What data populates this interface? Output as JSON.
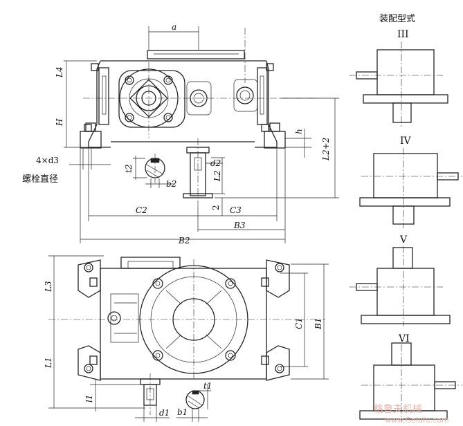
{
  "labels": {
    "a": "a",
    "L4": "L4",
    "H": "H",
    "h": "h",
    "L2plus2": "L2+2",
    "bolt_spec": "4×d3",
    "bolt_name": "螺栓直径",
    "t2": "t2",
    "b2": "b2",
    "d2": "d2",
    "L2": "L2",
    "two": "2",
    "C2": "C2",
    "C3": "C3",
    "B3": "B3",
    "B2": "B2",
    "L3": "L3",
    "L1": "L1",
    "C1": "C1",
    "B1": "B1",
    "l1": "l1",
    "d1": "d1",
    "b1": "b1",
    "t1": "t1"
  },
  "assembly": {
    "title": "装配型式",
    "types": [
      "III",
      "IV",
      "V",
      "VI"
    ]
  },
  "watermark": {
    "text": "格鲁夫机械",
    "url": "www.Gelufu.com"
  }
}
